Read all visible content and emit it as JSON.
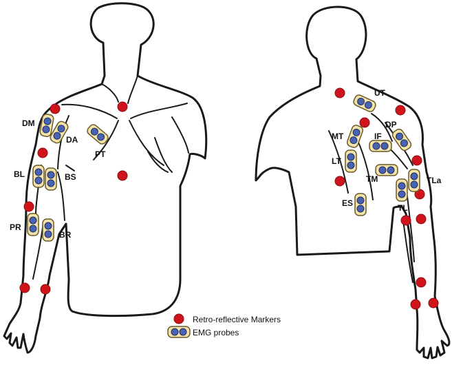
{
  "colors": {
    "marker_fill": "#d0141c",
    "marker_stroke": "#8a0c10",
    "probe_fill": "#f3e3a8",
    "probe_stroke": "#6b5a2a",
    "electrode_fill": "#4a63b0",
    "electrode_stroke": "#1f2e66",
    "outline": "#1a1a1a"
  },
  "front_view": {
    "labels": [
      "DM",
      "DA",
      "PT",
      "BL",
      "BS",
      "PR",
      "BR"
    ]
  },
  "back_view": {
    "labels": [
      "UT",
      "DP",
      "MT",
      "IF",
      "LT",
      "TM",
      "TLa",
      "ES",
      "TL"
    ]
  },
  "legend": {
    "marker_label": "Retro-reflective Markers",
    "probe_label": "EMG probes"
  }
}
